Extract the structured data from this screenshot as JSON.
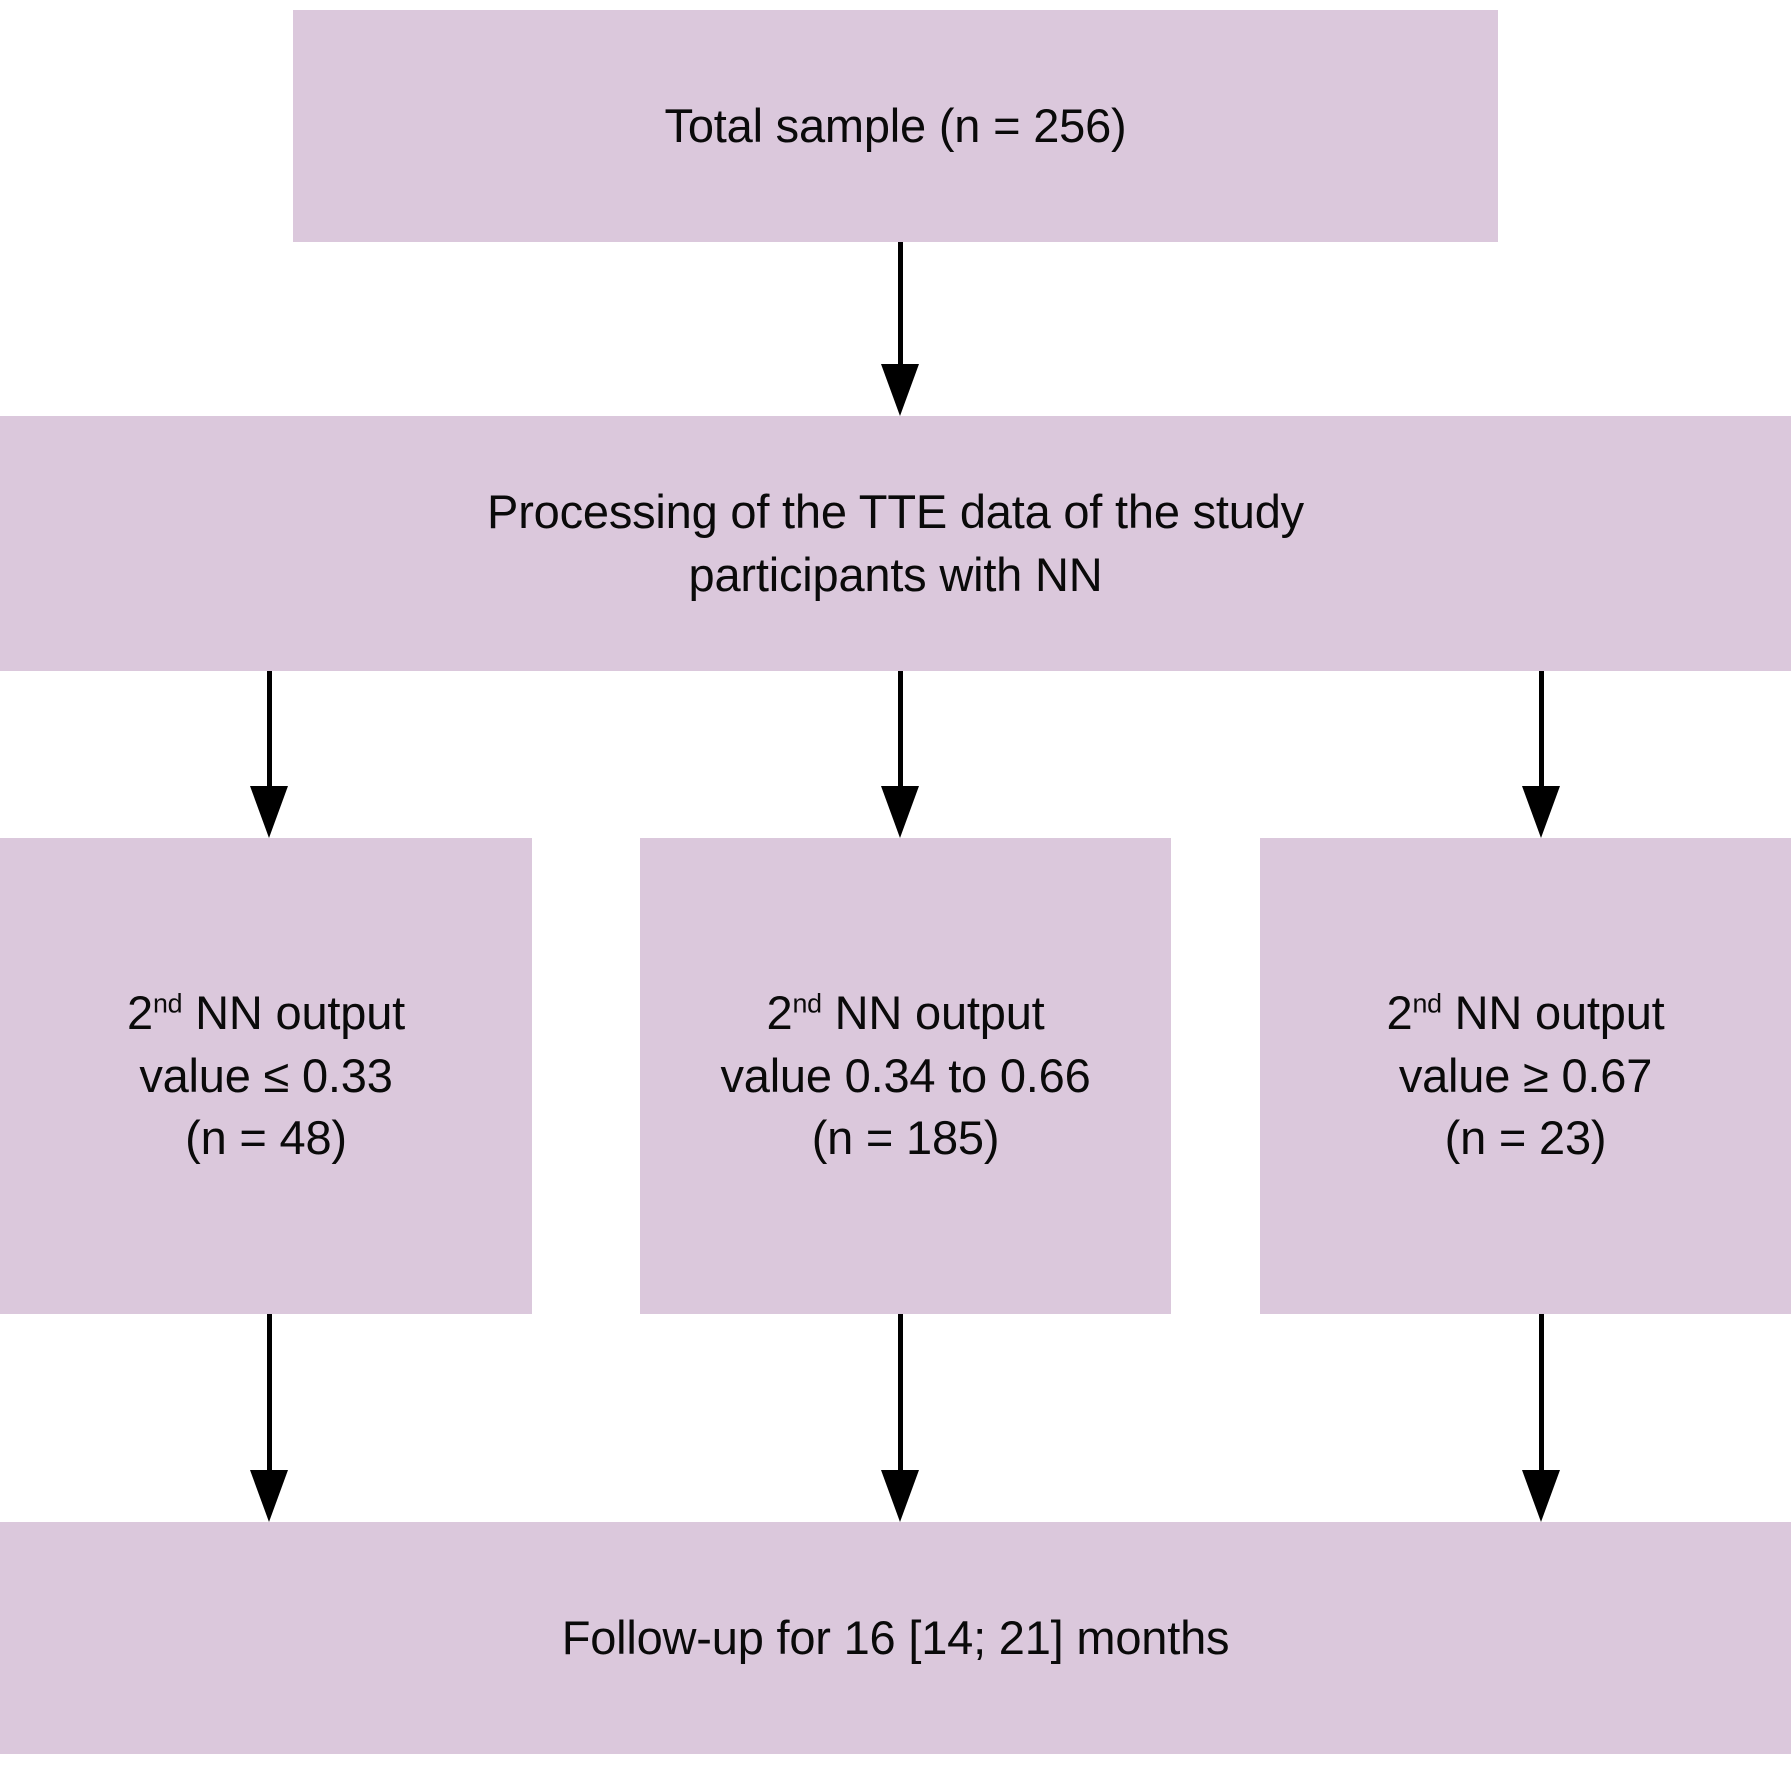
{
  "diagram": {
    "type": "flowchart",
    "orientation": "top-to-bottom",
    "box_color": "#dbc8dc",
    "arrow_color": "#000000",
    "background_color": "#ffffff",
    "nodes": {
      "total": {
        "label": "Total sample (n = 256)"
      },
      "processing": {
        "line1": "Processing of the TTE data of the study",
        "line2": "participants with NN"
      },
      "group_low": {
        "line1_prefix": "2",
        "line1_sup": "nd",
        "line1_suffix": " NN output",
        "line2": "value ≤ 0.33",
        "line3": "(n = 48)"
      },
      "group_mid": {
        "line1_prefix": "2",
        "line1_sup": "nd",
        "line1_suffix": " NN output",
        "line2": "value 0.34 to 0.66",
        "line3": "(n = 185)"
      },
      "group_high": {
        "line1_prefix": "2",
        "line1_sup": "nd",
        "line1_suffix": " NN output",
        "line2": "value ≥ 0.67",
        "line3": "(n = 23)"
      },
      "followup": {
        "label": "Follow-up for 16 [14; 21] months"
      }
    }
  }
}
